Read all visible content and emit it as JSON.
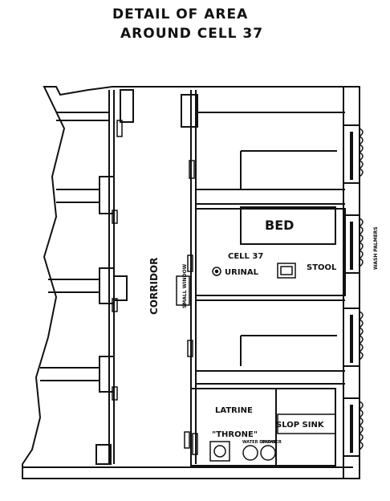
{
  "title": {
    "line1": "DETAIL OF AREA",
    "line2": "AROUND CELL 37"
  },
  "labels": {
    "corridor": "CORRIDOR",
    "bed": "BED",
    "cell": "CELL 37",
    "urinal": "URINAL",
    "stool": "STOOL",
    "small_window": "SMALL WINDOW",
    "latrine": "LATRINE",
    "throne": "\"THRONE\"",
    "slop_sink": "SLOP SINK",
    "water_drums": "WATER DRUMS",
    "shower": "SHOWER",
    "palms": "WASH PALMERS"
  }
}
